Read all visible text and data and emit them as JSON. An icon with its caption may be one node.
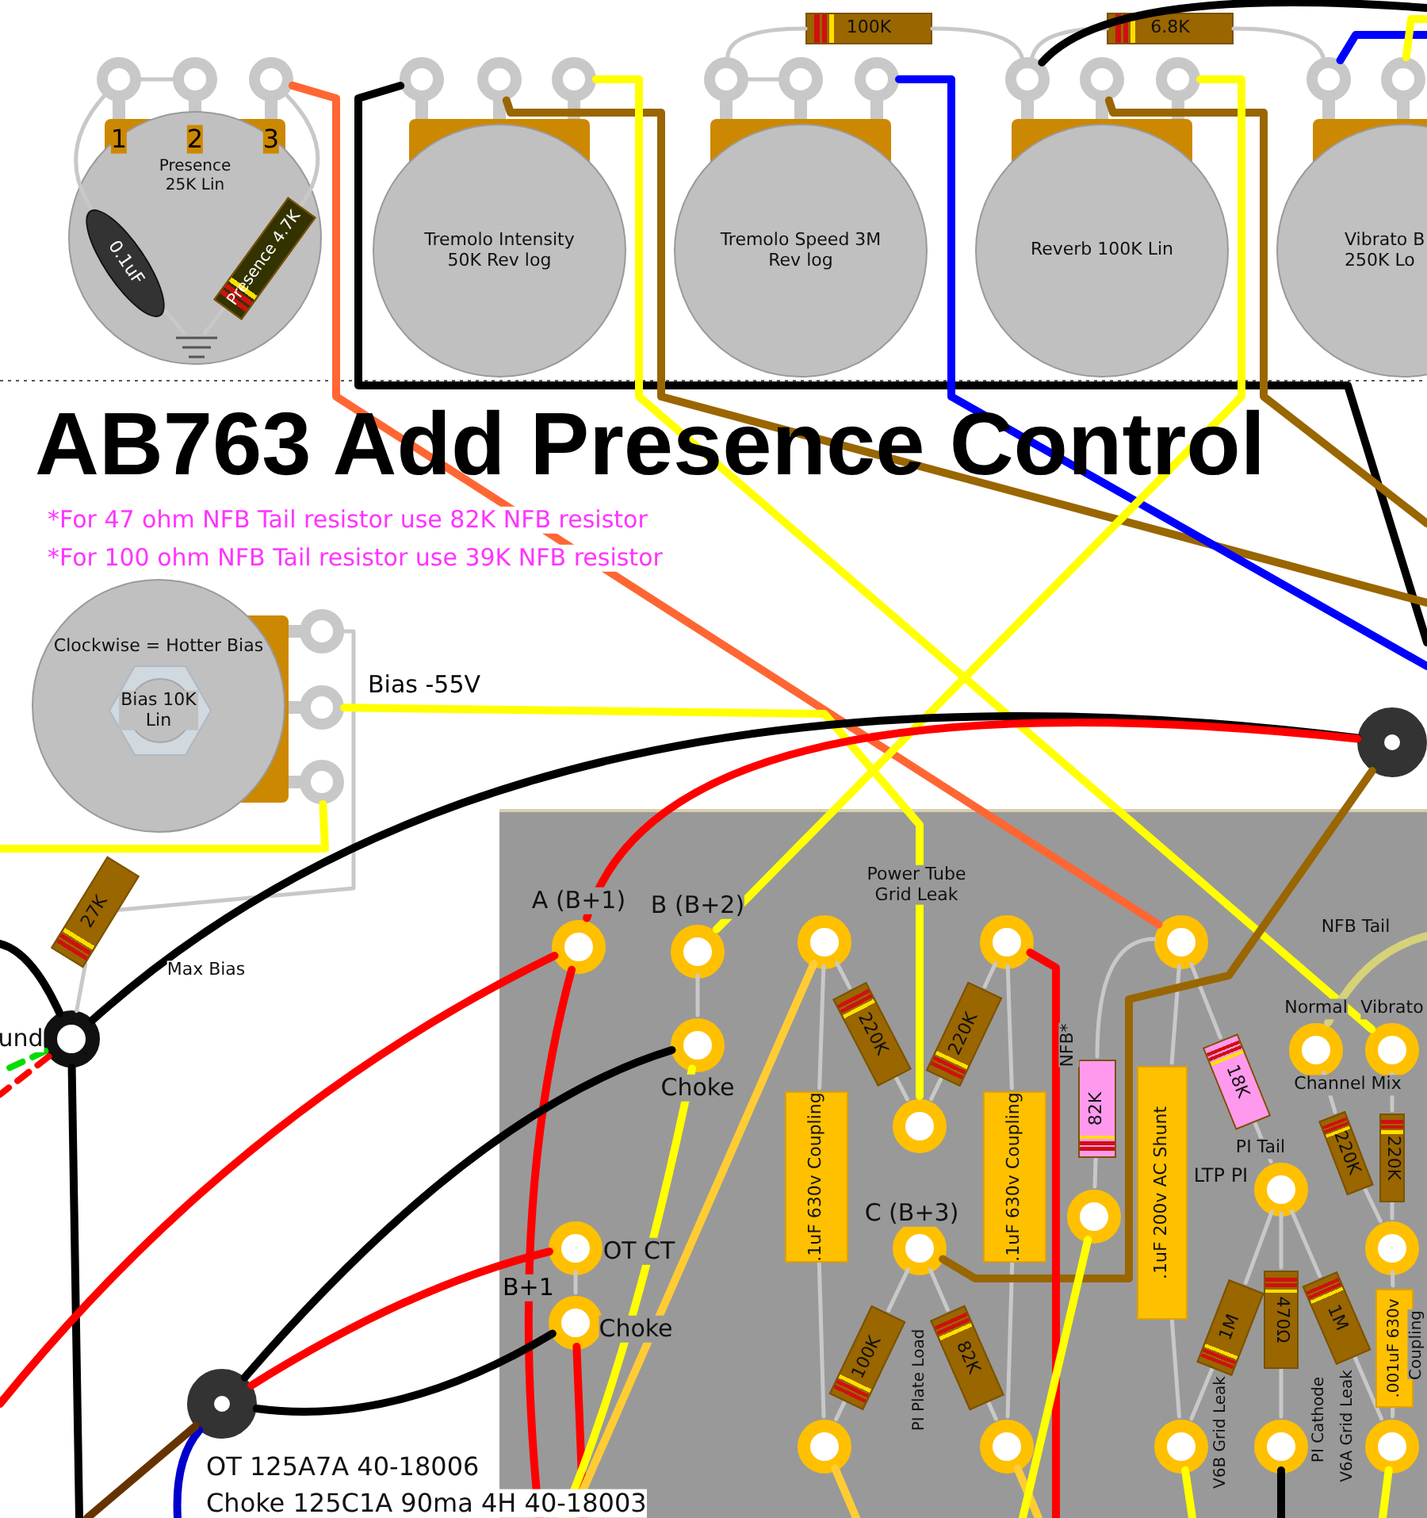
{
  "diagram": {
    "title": "AB763 Add Presence Control",
    "nodes": [
      {
        "text": [
          "Presence 25K Lin"
        ]
      },
      {
        "text": [
          "0.1uF"
        ],
        "in": 0
      },
      {
        "text": [
          "Presence 4.7K"
        ],
        "in": 0
      },
      {
        "text": [],
        "shape": "circle"
      },
      {
        "text": [],
        "shape": "circle"
      },
      {
        "text": [],
        "shape": "circle"
      },
      {
        "text": [
          "Tremolo Intensity 50K Rev log"
        ]
      },
      {
        "text": [],
        "shape": "circle"
      },
      {
        "text": [],
        "shape": "circle"
      },
      {
        "text": [],
        "shape": "circle"
      },
      {
        "text": [
          "Tremolo Speed 3M Rev log"
        ]
      },
      {
        "text": [],
        "shape": "circle"
      },
      {
        "text": [],
        "shape": "circle"
      },
      {
        "text": [],
        "shape": "circle"
      },
      {
        "text": [
          "Reverb 100K Lin"
        ]
      },
      {
        "text": [],
        "shape": "circle"
      },
      {
        "text": [],
        "shape": "circle"
      },
      {
        "text": [],
        "shape": "circle"
      },
      {
        "text": [
          "Vibrato B 250K Lo"
        ]
      },
      {
        "text": [],
        "shape": "circle"
      },
      {
        "text": [],
        "shape": "circle"
      },
      {
        "text": [
          "100K"
        ]
      },
      {
        "text": [
          "6.8K"
        ]
      },
      {
        "text": [
          "Clockwise = Hotter Bias",
          "Bias 10K Lin"
        ]
      },
      {
        "text": [],
        "shape": "circle"
      },
      {
        "text": [],
        "shape": "circle"
      },
      {
        "text": [],
        "shape": "circle"
      },
      {
        "text": [
          "27K"
        ],
        "beside": [
          "Max Bias"
        ]
      },
      {
        "text": [
          "und"
        ]
      },
      {
        "text": [],
        "shape": "circle",
        "beside": [
          "OT 125A7A 40-18006",
          "Choke 125C1A 90ma 4H 40-18003"
        ]
      },
      {
        "text": [],
        "shape": "box"
      },
      {
        "text": [
          "A (B+1)"
        ],
        "in": 30
      },
      {
        "text": [
          "B (B+2)"
        ],
        "in": 30
      },
      {
        "text": [
          "Choke"
        ],
        "in": 30
      },
      {
        "text": [
          "OT CT"
        ],
        "in": 30
      },
      {
        "text": [
          "Choke"
        ],
        "in": 30
      },
      {
        "text": [],
        "shape": "circle",
        "in": 30
      },
      {
        "text": [],
        "shape": "circle",
        "in": 30
      },
      {
        "text": [],
        "shape": "circle",
        "in": 30
      },
      {
        "text": [
          "C (B+3)"
        ],
        "in": 30
      },
      {
        "text": [],
        "shape": "circle",
        "in": 30
      },
      {
        "text": [],
        "shape": "circle",
        "in": 30
      },
      {
        "text": [],
        "shape": "circle",
        "in": 30
      },
      {
        "text": [],
        "shape": "circle",
        "in": 30
      },
      {
        "text": [
          "Normal"
        ],
        "in": 30
      },
      {
        "text": [
          "Vibrato"
        ],
        "in": 30
      },
      {
        "text": [
          "LTP PI"
        ],
        "in": 30
      },
      {
        "text": [],
        "shape": "circle",
        "in": 30
      },
      {
        "text": [],
        "shape": "circle",
        "in": 30
      },
      {
        "text": [],
        "shape": "circle",
        "in": 30
      },
      {
        "text": [],
        "shape": "circle",
        "in": 30
      },
      {
        "text": [
          ".1uF  630v Coupling"
        ],
        "in": 30
      },
      {
        "text": [
          ".1uF  630v Coupling"
        ],
        "in": 30
      },
      {
        "text": [
          ".1uF  200v AC Shunt"
        ],
        "in": 30
      },
      {
        "text": [
          ".001uF  630v",
          "Coupling"
        ],
        "in": 30
      },
      {
        "text": [
          "220K"
        ],
        "in": 30
      },
      {
        "text": [
          "220K"
        ],
        "in": 30
      },
      {
        "text": [
          "100K"
        ],
        "in": 30
      },
      {
        "text": [
          "82K"
        ],
        "in": 30
      },
      {
        "text": [
          "82K"
        ],
        "beside": [
          "NFB*"
        ],
        "in": 30
      },
      {
        "text": [
          "18K"
        ],
        "beside": [
          "PI Tail"
        ],
        "in": 30
      },
      {
        "text": [
          "220K"
        ],
        "in": 30
      },
      {
        "text": [
          "220K"
        ],
        "in": 30
      },
      {
        "text": [
          "1M"
        ],
        "beside": [
          "V6B Grid Leak"
        ],
        "in": 30
      },
      {
        "text": [
          "470Ω"
        ],
        "in": 30
      },
      {
        "text": [
          "1M"
        ],
        "beside": [
          "V6A Grid Leak"
        ],
        "in": 30
      },
      {
        "text": [],
        "shape": "circle"
      },
      {
        "text": [],
        "shape": "ground",
        "in": 0
      }
    ],
    "edges": [
      {
        "from": 3,
        "to": 1,
        "arrow": "none"
      },
      {
        "from": 5,
        "to": 2,
        "arrow": "none"
      },
      {
        "from": 3,
        "to": 4,
        "arrow": "none"
      },
      {
        "from": 11,
        "to": 12,
        "arrow": "none"
      },
      {
        "from": 11,
        "to": 21,
        "arrow": "none"
      },
      {
        "from": 21,
        "to": 15,
        "arrow": "none"
      },
      {
        "from": 15,
        "to": 22,
        "arrow": "none"
      },
      {
        "from": 22,
        "to": 19,
        "arrow": "none"
      },
      {
        "from": 24,
        "to": 27,
        "arrow": "none"
      },
      {
        "from": 27,
        "to": 28,
        "arrow": "none"
      },
      {
        "from": 32,
        "to": 33,
        "arrow": "none"
      },
      {
        "from": 34,
        "to": 35,
        "arrow": "none"
      },
      {
        "from": 36,
        "to": 51,
        "arrow": "none"
      },
      {
        "from": 51,
        "to": 40,
        "arrow": "none"
      },
      {
        "from": 36,
        "to": 55,
        "arrow": "none"
      },
      {
        "from": 55,
        "to": 38,
        "arrow": "none"
      },
      {
        "from": 37,
        "to": 56,
        "arrow": "none"
      },
      {
        "from": 56,
        "to": 38,
        "arrow": "none"
      },
      {
        "from": 37,
        "to": 52,
        "arrow": "none"
      },
      {
        "from": 52,
        "to": 41,
        "arrow": "none"
      },
      {
        "from": 39,
        "to": 57,
        "arrow": "none"
      },
      {
        "from": 57,
        "to": 40,
        "arrow": "none"
      },
      {
        "from": 39,
        "to": 58,
        "arrow": "none"
      },
      {
        "from": 58,
        "to": 41,
        "arrow": "none"
      },
      {
        "from": 42,
        "to": 59,
        "arrow": "none"
      },
      {
        "from": 59,
        "to": 43,
        "arrow": "none"
      },
      {
        "from": 42,
        "to": 53,
        "arrow": "none"
      },
      {
        "from": 53,
        "to": 48,
        "arrow": "none"
      },
      {
        "from": 42,
        "to": 60,
        "arrow": "none"
      },
      {
        "from": 60,
        "to": 46,
        "arrow": "none"
      },
      {
        "from": 44,
        "to": 61,
        "arrow": "none"
      },
      {
        "from": 61,
        "to": 47,
        "arrow": "none"
      },
      {
        "from": 45,
        "to": 62,
        "arrow": "none"
      },
      {
        "from": 62,
        "to": 47,
        "arrow": "none"
      },
      {
        "from": 47,
        "to": 54,
        "arrow": "none"
      },
      {
        "from": 54,
        "to": 50,
        "arrow": "none"
      },
      {
        "from": 46,
        "to": 63,
        "arrow": "none"
      },
      {
        "from": 63,
        "to": 48,
        "arrow": "none"
      },
      {
        "from": 46,
        "to": 64,
        "arrow": "none"
      },
      {
        "from": 64,
        "to": 49,
        "arrow": "none"
      },
      {
        "from": 46,
        "to": 65,
        "arrow": "none"
      },
      {
        "from": 65,
        "to": 50,
        "arrow": "none"
      },
      {
        "from": 5,
        "to": 42,
        "arrow": "none",
        "style": "thick",
        "color": "#ff6633"
      },
      {
        "from": 7,
        "to": null,
        "arrow": "none",
        "style": "thick",
        "color": "#000000"
      },
      {
        "from": 8,
        "to": null,
        "arrow": "none",
        "style": "thick",
        "color": "#996600"
      },
      {
        "from": 9,
        "to": 45,
        "arrow": "none",
        "style": "thick",
        "color": "#ffff00"
      },
      {
        "from": 13,
        "to": null,
        "arrow": "none",
        "style": "thick",
        "color": "#0000ff"
      },
      {
        "from": 16,
        "to": null,
        "arrow": "none",
        "style": "thick",
        "color": "#996600"
      },
      {
        "from": 17,
        "to": 32,
        "arrow": "none",
        "style": "thick",
        "color": "#ffff00"
      },
      {
        "from": 15,
        "to": null,
        "arrow": "none",
        "style": "thick",
        "color": "#000000"
      },
      {
        "from": 19,
        "to": null,
        "arrow": "none",
        "style": "thick",
        "color": "#0000ff"
      },
      {
        "from": 20,
        "to": null,
        "arrow": "none",
        "style": "thick",
        "color": "#ffff00"
      },
      {
        "from": 25,
        "to": 38,
        "arrow": "none",
        "style": "thick",
        "color": "#ffff00"
      },
      {
        "from": 26,
        "to": null,
        "arrow": "none",
        "style": "thick",
        "color": "#ffff00"
      },
      {
        "from": 28,
        "to": 66,
        "arrow": "none",
        "style": "thick",
        "color": "#000000"
      },
      {
        "from": 28,
        "to": null,
        "arrow": "none",
        "style": "thick",
        "color": "#000000"
      },
      {
        "from": 66,
        "to": 31,
        "arrow": "none",
        "style": "thick",
        "color": "#ff0000"
      },
      {
        "from": 31,
        "to": null,
        "arrow": "none",
        "style": "thick",
        "color": "#ff0000"
      },
      {
        "from": 31,
        "to": null,
        "arrow": "none",
        "style": "thick",
        "color": "#ff0000"
      },
      {
        "from": 66,
        "to": 39,
        "arrow": "none",
        "style": "thick",
        "color": "#996600"
      },
      {
        "from": 37,
        "to": null,
        "arrow": "none",
        "style": "thick",
        "color": "#ff0000"
      },
      {
        "from": 28,
        "to": null,
        "arrow": "none",
        "style": "dashed",
        "color": "#ff0000"
      },
      {
        "from": 28,
        "to": null,
        "arrow": "none",
        "style": "dashed",
        "color": "#00dd00"
      },
      {
        "from": 29,
        "to": 33,
        "arrow": "none",
        "style": "thick",
        "color": "#000000"
      },
      {
        "from": 29,
        "to": 34,
        "arrow": "none",
        "style": "thick",
        "color": "#ff0000"
      },
      {
        "from": 29,
        "to": 35,
        "arrow": "none",
        "style": "thick",
        "color": "#000000"
      },
      {
        "from": 35,
        "to": null,
        "arrow": "none",
        "style": "thick",
        "color": "#ff0000"
      },
      {
        "from": 29,
        "to": null,
        "arrow": "none",
        "style": "thick",
        "color": "#0000cc"
      },
      {
        "from": 29,
        "to": null,
        "arrow": "none",
        "style": "thick",
        "color": "#663300"
      },
      {
        "from": 36,
        "to": null,
        "arrow": "none",
        "style": "thick",
        "color": "#ffcc33"
      },
      {
        "from": 33,
        "to": null,
        "arrow": "none",
        "style": "thick",
        "color": "#ffff00"
      },
      {
        "from": 40,
        "to": null,
        "arrow": "none",
        "style": "thick",
        "color": "#ffcc33"
      },
      {
        "from": 41,
        "to": null,
        "arrow": "none",
        "style": "thick",
        "color": "#ffcc33"
      },
      {
        "from": 43,
        "to": null,
        "arrow": "none",
        "style": "thick",
        "color": "#ffff00"
      },
      {
        "from": 48,
        "to": null,
        "arrow": "none",
        "style": "thick",
        "color": "#ffff00"
      },
      {
        "from": 49,
        "to": null,
        "arrow": "none",
        "style": "thick",
        "color": "#000000"
      },
      {
        "from": 50,
        "to": null,
        "arrow": "none",
        "style": "thick",
        "color": "#ffff00"
      },
      {
        "from": 44,
        "to": null,
        "arrow": "none",
        "style": "thick",
        "color": "#d6d27a"
      },
      {
        "from": 28,
        "to": null,
        "arrow": "none",
        "style": "thick",
        "color": "#000000"
      },
      {
        "from": 1,
        "to": 67,
        "arrow": "none"
      },
      {
        "from": 2,
        "to": 67,
        "arrow": "none"
      }
    ],
    "labels": [
      "1",
      "2",
      "3",
      "*For 47 ohm NFB Tail resistor use 82K NFB resistor",
      "*For 100 ohm NFB Tail resistor use 39K NFB resistor",
      "Bias -55V",
      "B+1",
      "Power Tube Grid Leak",
      "PI Plate Load",
      "NFB Tail",
      "Channel Mix",
      "PI Cathode"
    ]
  }
}
